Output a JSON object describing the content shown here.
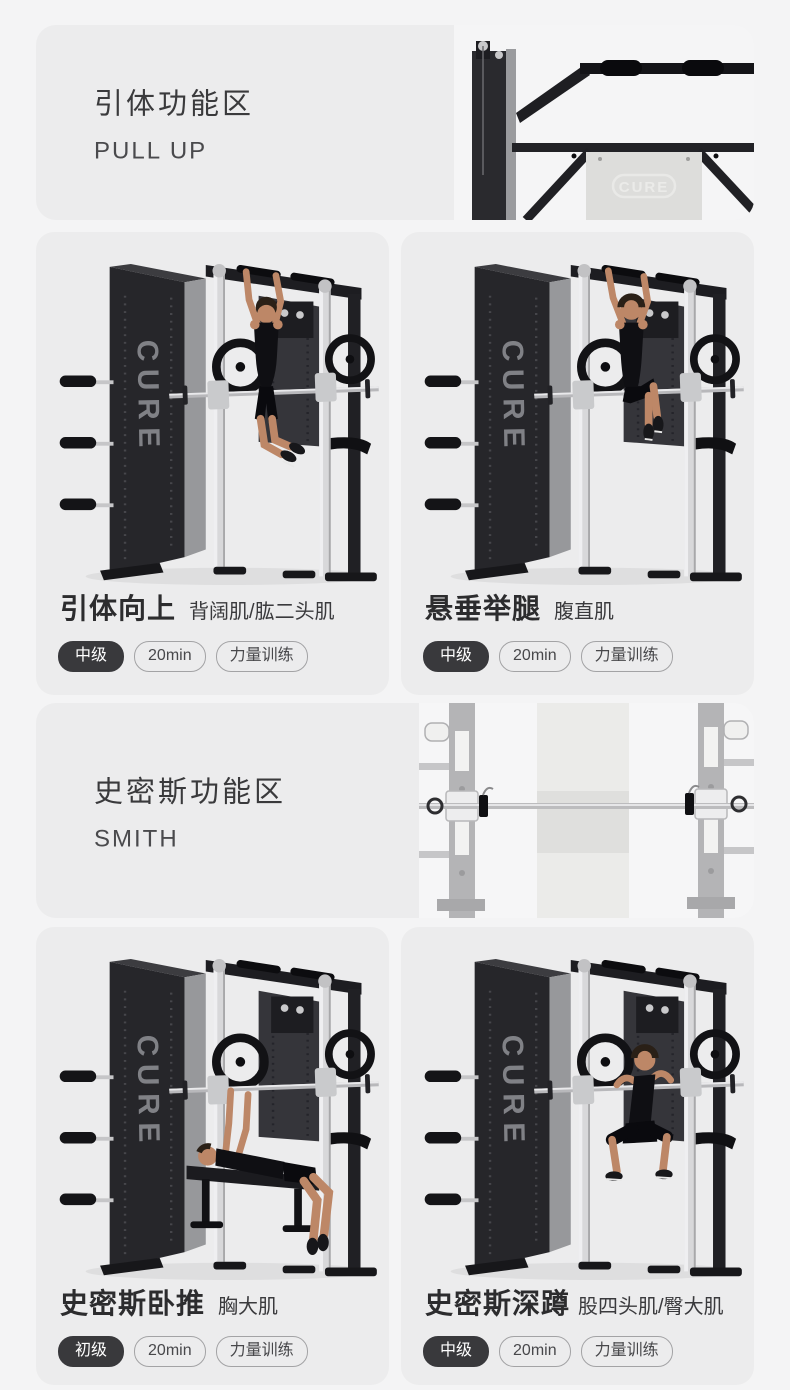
{
  "brand": "CURE",
  "colors": {
    "page_bg": "#f4f4f5",
    "card_bg": "#ececed",
    "banner_title": "#3a3a3c",
    "card_title": "#2c2c2e",
    "tag_dark_bg": "#39393c",
    "tag_dark_text": "#ffffff",
    "tag_outline_border": "#a3a3a5",
    "tag_text": "#48484b"
  },
  "sections": [
    {
      "id": "pullup-zone",
      "title": "引体功能区",
      "subtitle": "PULL UP",
      "image": "pullup-bar-top-of-machine",
      "cards": [
        {
          "title": "引体向上",
          "muscles": "背阔肌/肱二头肌",
          "tags": [
            "中级",
            "20min",
            "力量训练"
          ],
          "image": "man-doing-pull-up-on-machine"
        },
        {
          "title": "悬垂举腿",
          "muscles": "腹直肌",
          "tags": [
            "中级",
            "20min",
            "力量训练"
          ],
          "image": "man-doing-hanging-leg-raise-on-machine"
        }
      ]
    },
    {
      "id": "smith-zone",
      "title": "史密斯功能区",
      "subtitle": "SMITH",
      "image": "smith-machine-barbell-closeup",
      "cards": [
        {
          "title": "史密斯卧推",
          "muscles": "胸大肌",
          "tags": [
            "初级",
            "20min",
            "力量训练"
          ],
          "image": "man-doing-smith-bench-press"
        },
        {
          "title": "史密斯深蹲",
          "muscles": "股四头肌/臀大肌",
          "tags": [
            "中级",
            "20min",
            "力量训练"
          ],
          "image": "man-doing-smith-squat"
        }
      ]
    }
  ]
}
